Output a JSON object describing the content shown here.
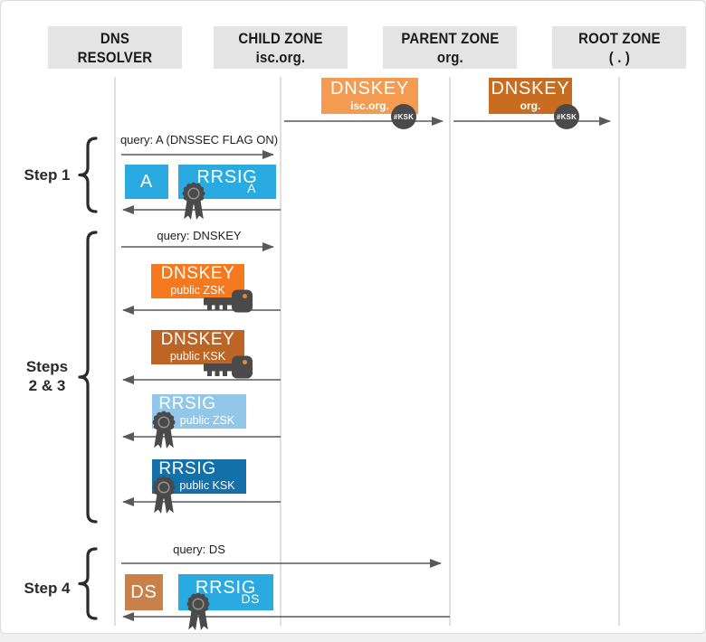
{
  "palette": {
    "cyan": "#29ABE2",
    "light_blue": "#92C7EA",
    "dark_blue": "#1470A8",
    "light_orange": "#F29B51",
    "orange": "#F4791F",
    "dark_orange": "#C86C1F",
    "brown_orange": "#BD6524",
    "terracotta": "#C8814A",
    "header_gray": "#E4E4E4",
    "icon_gray": "#4A4A4B",
    "arrow_gray": "#58595B",
    "lifeline_gray": "#CBCBCB"
  },
  "actors": [
    {
      "id": "resolver",
      "line1": "DNS",
      "line2": "RESOLVER"
    },
    {
      "id": "child-zone",
      "line1": "CHILD ZONE",
      "line2": "isc.org."
    },
    {
      "id": "parent-zone",
      "line1": "PARENT ZONE",
      "line2": "org."
    },
    {
      "id": "root-zone",
      "line1": "ROOT ZONE",
      "line2": "( . )"
    }
  ],
  "top_messages": [
    {
      "label": "DNSKEY",
      "sub": "isc.org.",
      "badge": "#KSK",
      "from": "child-zone",
      "to": "parent-zone"
    },
    {
      "label": "DNSKEY",
      "sub": "org.",
      "badge": "#KSK",
      "from": "parent-zone",
      "to": "root-zone"
    }
  ],
  "steps": [
    {
      "label": [
        "Step 1"
      ],
      "query": "query: A (DNSSEC FLAG ON)",
      "response_boxes": [
        {
          "label": "A"
        },
        {
          "label": "RRSIG",
          "sub": "A",
          "sealed": true
        }
      ]
    },
    {
      "label": [
        "Steps",
        "2 & 3"
      ],
      "query": "query: DNSKEY",
      "response_boxes": [
        {
          "label": "DNSKEY",
          "sub": "public ZSK",
          "key": true
        },
        {
          "label": "DNSKEY",
          "sub": "public KSK",
          "key": true
        },
        {
          "label": "RRSIG",
          "sub": "public ZSK",
          "sealed": true
        },
        {
          "label": "RRSIG",
          "sub": "public KSK",
          "sealed": true
        }
      ]
    },
    {
      "label": [
        "Step 4"
      ],
      "query": "query: DS",
      "response_boxes": [
        {
          "label": "DS"
        },
        {
          "label": "RRSIG",
          "sub": "DS",
          "sealed": true
        }
      ]
    }
  ]
}
